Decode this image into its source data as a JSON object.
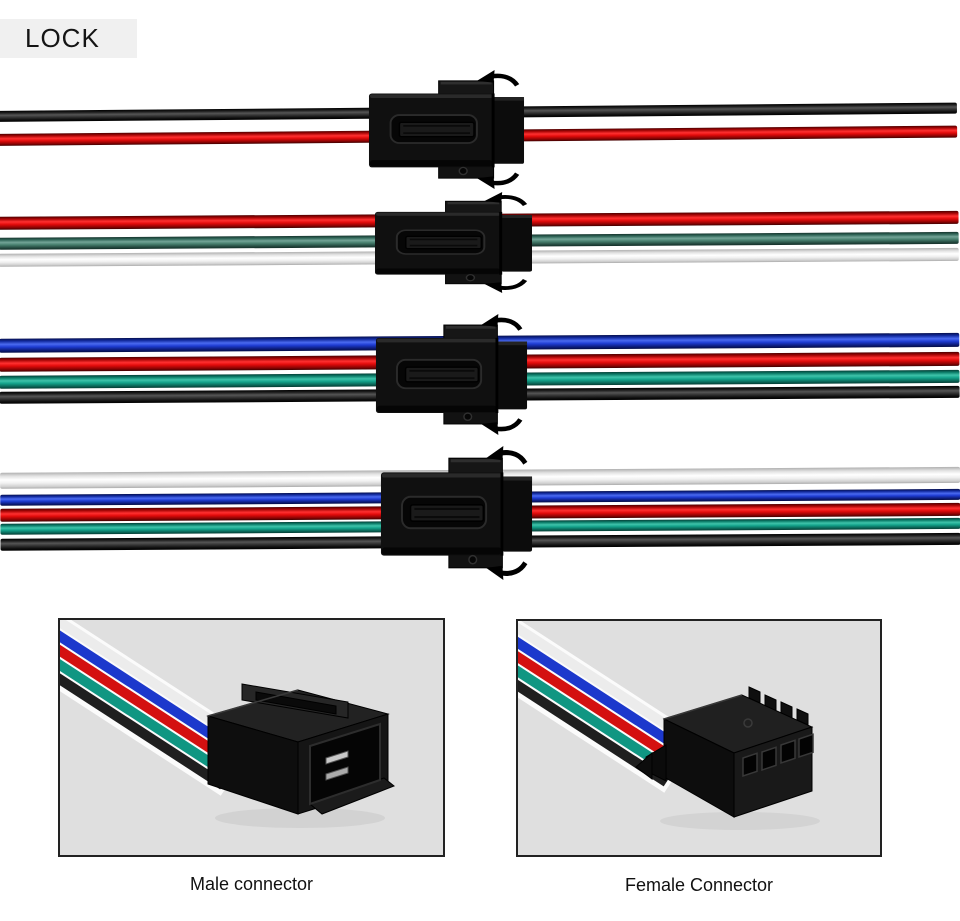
{
  "lock_label": "LOCK",
  "assemblies": [
    {
      "pins": 2,
      "wires": [
        "black",
        "red"
      ]
    },
    {
      "pins": 3,
      "wires": [
        "red",
        "green_dark",
        "white"
      ]
    },
    {
      "pins": 4,
      "wires": [
        "blue",
        "red",
        "green",
        "black"
      ]
    },
    {
      "pins": 5,
      "wires": [
        "white",
        "blue",
        "red",
        "green",
        "black"
      ]
    }
  ],
  "wire_palette": {
    "black": "#1a1a1a",
    "red": "#e01111",
    "green": "#13a28a",
    "green_dark": "#48806f",
    "blue": "#1e3cd2",
    "white": "#f1f1f1"
  },
  "connector_color": "#111111",
  "photo_background": "#dfdfdf",
  "captions": {
    "male": "Male connector",
    "female": "Female Connector"
  }
}
